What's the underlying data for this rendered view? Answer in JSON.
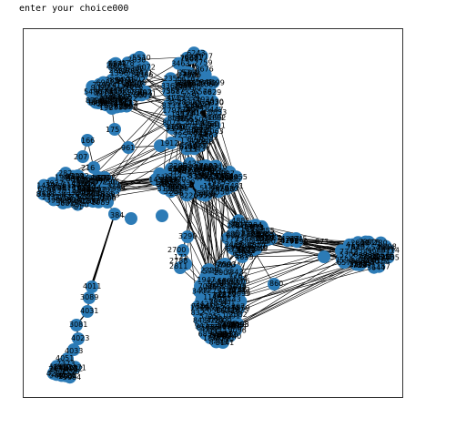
{
  "console": {
    "prompt_text": "enter your choice000"
  },
  "graph": {
    "node_color": "#2c7bb6",
    "edge_color": "#000000",
    "labels": [
      "198",
      "175",
      "166",
      "207",
      "216",
      "961",
      "1912",
      "171",
      "384",
      "81",
      "290",
      "3290",
      "2700",
      "2788",
      "2811",
      "860",
      "873",
      "257",
      "4011",
      "3089",
      "4031",
      "3081",
      "4023",
      "4033",
      "4051",
      "1725"
    ]
  }
}
